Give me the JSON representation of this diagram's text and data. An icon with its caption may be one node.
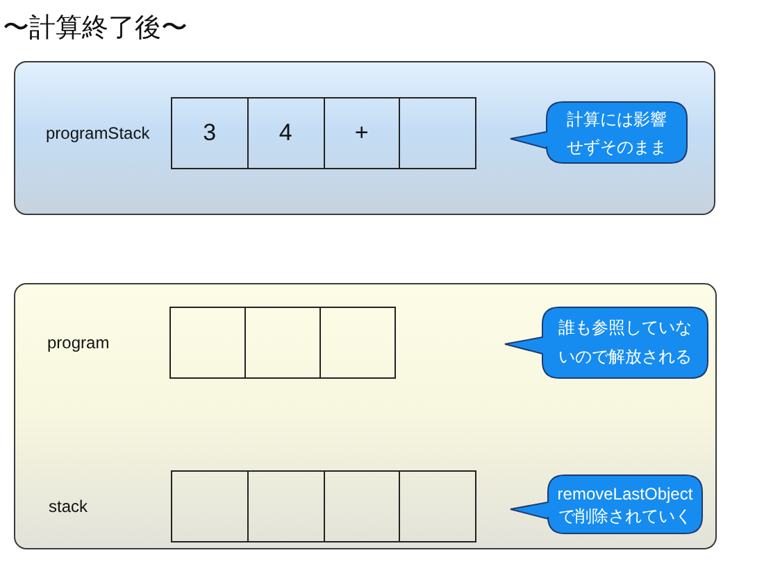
{
  "diagram": {
    "title": "〜計算終了後〜",
    "nodes": [
      {
        "text": [],
        "shape": "box"
      },
      {
        "text": [],
        "shape": "box",
        "in": 0
      },
      {
        "text": [
          "3"
        ],
        "in": 1
      },
      {
        "text": [
          "4"
        ],
        "in": 1
      },
      {
        "text": [
          "+"
        ],
        "in": 1
      },
      {
        "text": [],
        "shape": "box",
        "in": 1
      },
      {
        "text": [
          "計算には影響せずそのまま"
        ],
        "in": 0
      },
      {
        "text": [],
        "shape": "box"
      },
      {
        "text": [],
        "shape": "box",
        "in": 7
      },
      {
        "text": [],
        "shape": "box",
        "in": 8
      },
      {
        "text": [],
        "shape": "box",
        "in": 8
      },
      {
        "text": [],
        "shape": "box",
        "in": 8
      },
      {
        "text": [
          "誰も参照していないので解放される"
        ],
        "in": 7
      },
      {
        "text": [],
        "shape": "box",
        "in": 7
      },
      {
        "text": [],
        "shape": "box",
        "in": 13
      },
      {
        "text": [],
        "shape": "box",
        "in": 13
      },
      {
        "text": [],
        "shape": "box",
        "in": 13
      },
      {
        "text": [],
        "shape": "box",
        "in": 13
      },
      {
        "text": [
          "removeLastObjectで削除されていく"
        ],
        "in": 7
      }
    ],
    "labels": [
      "programStack",
      "program",
      "stack"
    ]
  }
}
